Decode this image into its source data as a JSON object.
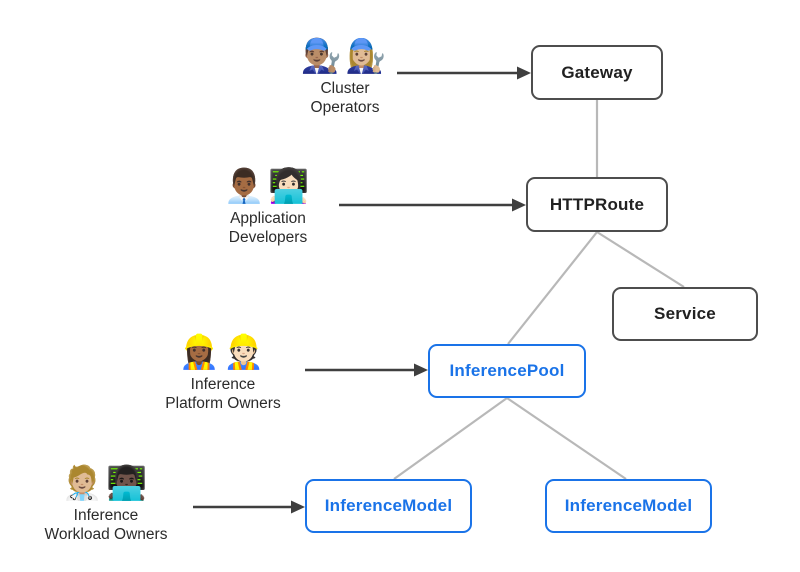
{
  "colors": {
    "background": "#ffffff",
    "box_border_dark": "#4d4d4d",
    "box_text_dark": "#212121",
    "accent_blue": "#1a73e8",
    "connector_gray": "#b8b8b8",
    "arrow_dark": "#3f3f3f",
    "actor_text": "#2b2b2b"
  },
  "actors": [
    {
      "id": "cluster-operators",
      "emojis": "👨🏽‍🔧👩🏼‍🔧",
      "label": "Cluster\nOperators",
      "points_to": "Gateway"
    },
    {
      "id": "application-developers",
      "emojis": "👨🏾‍💼👩🏻‍💻",
      "label": "Application\nDevelopers",
      "points_to": "HTTPRoute"
    },
    {
      "id": "inference-platform-owners",
      "emojis": "👷🏾‍♀️👷🏻",
      "label": "Inference\nPlatform Owners",
      "points_to": "InferencePool"
    },
    {
      "id": "inference-workload-owners",
      "emojis": "🧑🏼‍⚕️👨🏿‍💻",
      "label": "Inference\nWorkload Owners",
      "points_to": "InferenceModel"
    }
  ],
  "nodes": [
    {
      "id": "gateway",
      "label": "Gateway",
      "style": "dark"
    },
    {
      "id": "httproute",
      "label": "HTTPRoute",
      "style": "dark"
    },
    {
      "id": "service",
      "label": "Service",
      "style": "dark"
    },
    {
      "id": "inferencepool",
      "label": "InferencePool",
      "style": "blue"
    },
    {
      "id": "inferencemodel-1",
      "label": "InferenceModel",
      "style": "blue"
    },
    {
      "id": "inferencemodel-2",
      "label": "InferenceModel",
      "style": "blue"
    }
  ],
  "edges": [
    {
      "from": "gateway",
      "to": "httproute"
    },
    {
      "from": "httproute",
      "to": "inferencepool"
    },
    {
      "from": "httproute",
      "to": "service"
    },
    {
      "from": "inferencepool",
      "to": "inferencemodel-1"
    },
    {
      "from": "inferencepool",
      "to": "inferencemodel-2"
    }
  ]
}
